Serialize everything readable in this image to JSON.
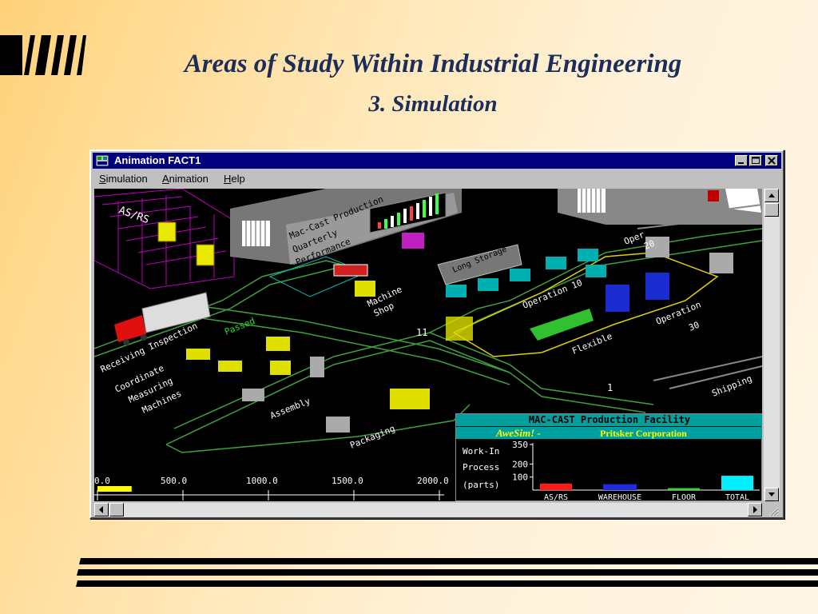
{
  "slide": {
    "title": "Areas of Study Within Industrial Engineering",
    "subtitle": "3. Simulation"
  },
  "window": {
    "title": "Animation FACT1",
    "minimize_icon": "minimize-icon",
    "maximize_icon": "maximize-icon",
    "close_icon": "close-icon"
  },
  "menu": {
    "items": [
      {
        "label": "Simulation",
        "mnemonic": "S"
      },
      {
        "label": "Animation",
        "mnemonic": "A"
      },
      {
        "label": "Help",
        "mnemonic": "H"
      }
    ]
  },
  "scene": {
    "building_sign": [
      "Mac-Cast Production",
      "Quarterly",
      "Performance"
    ],
    "labels": {
      "asrs": "AS/RS",
      "receiving": "Receiving Inspection",
      "passed": "Passed",
      "coordinate": [
        "Coordinate",
        "Measuring",
        "Machines"
      ],
      "machine_shop": [
        "Machine",
        "Shop"
      ],
      "long_storage": "Long Storage",
      "oper20": [
        "Oper",
        "20"
      ],
      "operation10": "Operation 10",
      "operation30": [
        "Operation",
        "30"
      ],
      "flexible": "Flexible",
      "assembly": "Assembly",
      "packaging": "Packaging",
      "shipping": "Shipping",
      "count_11": "11",
      "count_1": "1"
    },
    "timeline": {
      "ticks": [
        "0.0",
        "500.0",
        "1000.0",
        "1500.0",
        "2000.0"
      ],
      "max": 2000,
      "progress": 0.1
    }
  },
  "panel": {
    "title": "MAC-CAST Production Facility",
    "brand": "AweSim! -",
    "company": "Pritsker Corporation",
    "ylabel_lines": [
      "Work-In",
      "Process",
      "(parts)"
    ],
    "chart_data": {
      "type": "bar",
      "categories": [
        "AS/RS",
        "WAREHOUSE",
        "FLOOR",
        "TOTAL"
      ],
      "values": [
        50,
        45,
        15,
        110
      ],
      "ylim": [
        0,
        350
      ],
      "yticks": [
        "350",
        "200",
        "100"
      ],
      "colors": [
        "#ff1a1a",
        "#1f2be0",
        "#2ddc2d",
        "#00f0ff"
      ]
    }
  }
}
